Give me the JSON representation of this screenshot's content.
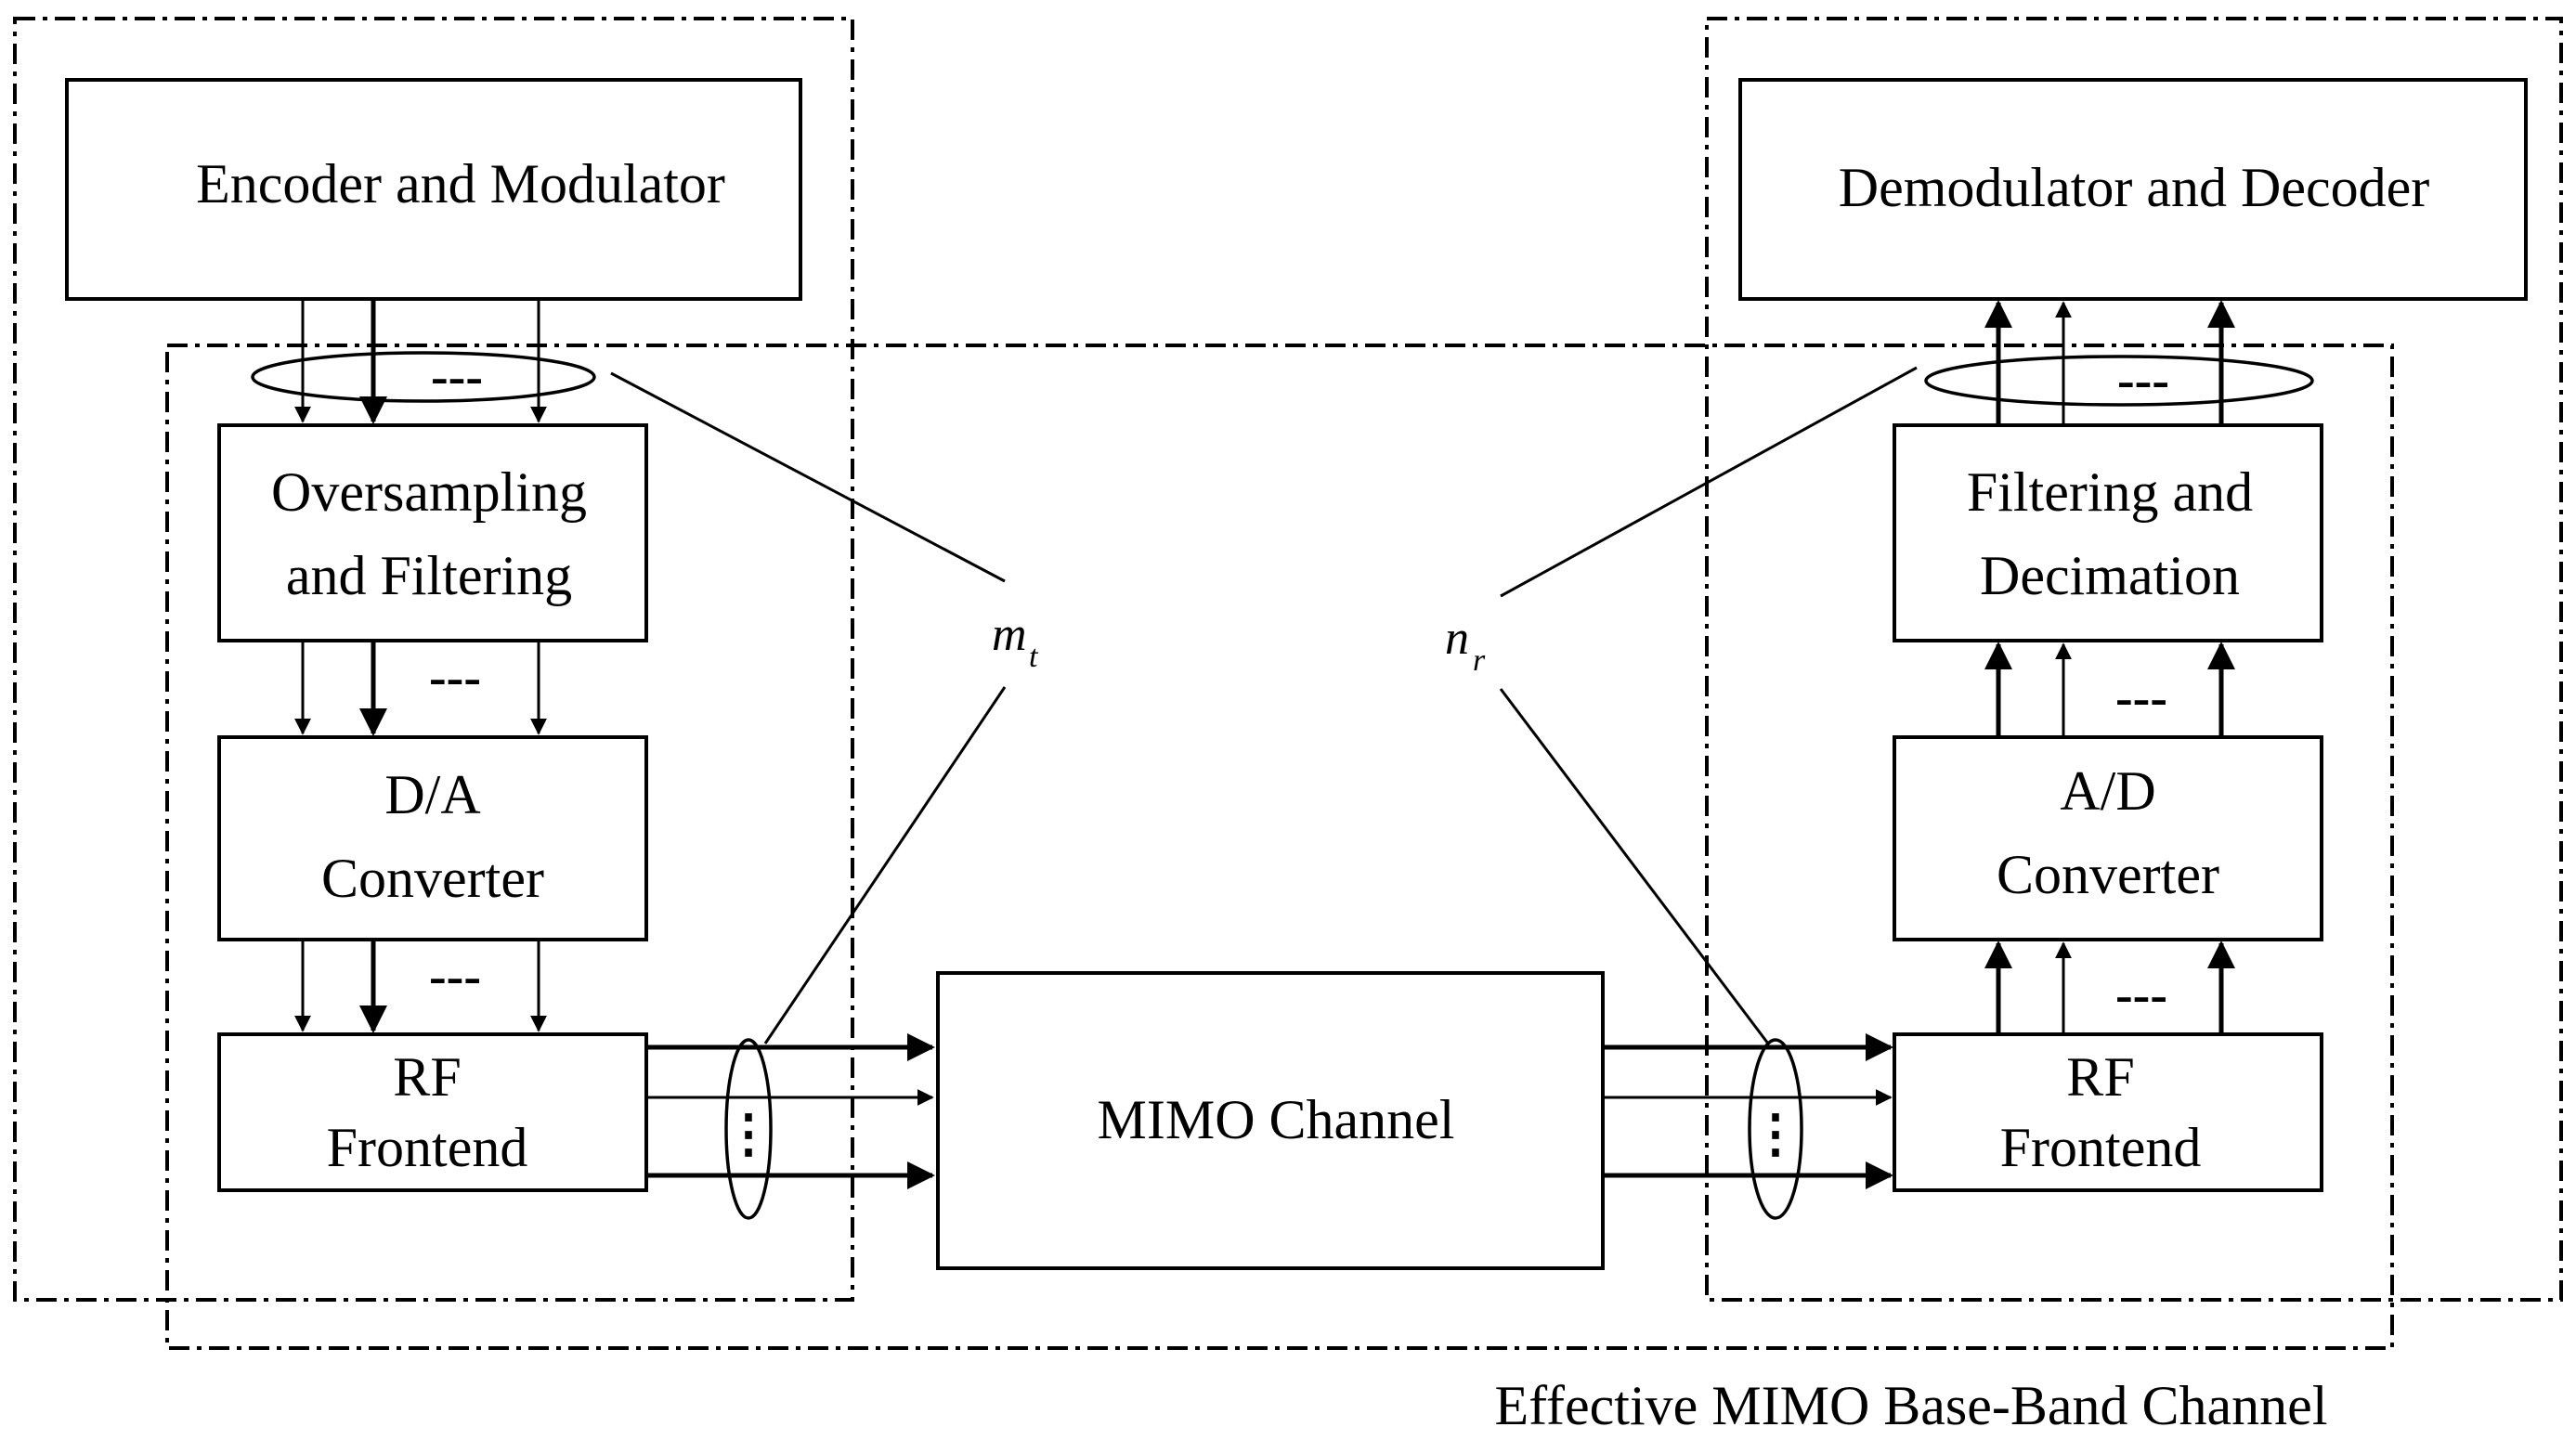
{
  "blocks": {
    "encoder": "Encoder and Modulator",
    "oversampling": [
      "Oversampling",
      "and Filtering"
    ],
    "da_converter": [
      "D/A",
      "Converter"
    ],
    "rf_tx": [
      "RF",
      "Frontend"
    ],
    "mimo_channel": "MIMO Channel",
    "rf_rx": [
      "RF",
      "Frontend"
    ],
    "ad_converter": [
      "A/D",
      "Converter"
    ],
    "filtering_decimation": [
      "Filtering and",
      "Decimation"
    ],
    "decoder": "Demodulator and Decoder"
  },
  "symbols": {
    "mt_base": "m",
    "mt_sub": "t",
    "nr_base": "n",
    "nr_sub": "r"
  },
  "ellipsis_h": "---",
  "ellipsis_v": "⋮",
  "caption": "Effective MIMO Base-Band Channel"
}
